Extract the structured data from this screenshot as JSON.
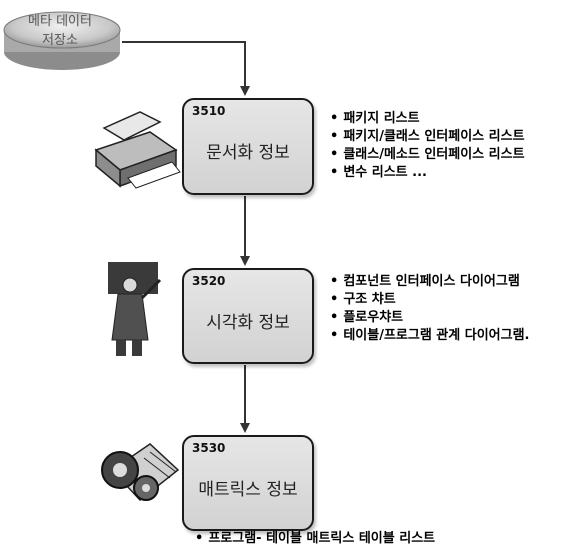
{
  "repository": {
    "label_line1": "메타 데이터",
    "label_line2": "저장소"
  },
  "nodes": [
    {
      "code": "3510",
      "label": "문서화 정보",
      "icon": "printer-icon",
      "items": [
        "패키지 리스트",
        "패키지/클래스 인터페이스 리스트",
        "클래스/메소드 인터페이스 리스트",
        "변수 리스트 ..."
      ]
    },
    {
      "code": "3520",
      "label": "시각화 정보",
      "icon": "presenter-icon",
      "items": [
        "컴포넌트 인터페이스 다이어그램",
        "구조 챠트",
        "플로우챠트",
        "테이블/프로그램 관계 다이어그램."
      ]
    },
    {
      "code": "3530",
      "label": "매트릭스 정보",
      "icon": "gears-icon",
      "items": [
        "프로그램- 테이블 매트릭스 테이블 리스트"
      ]
    }
  ]
}
